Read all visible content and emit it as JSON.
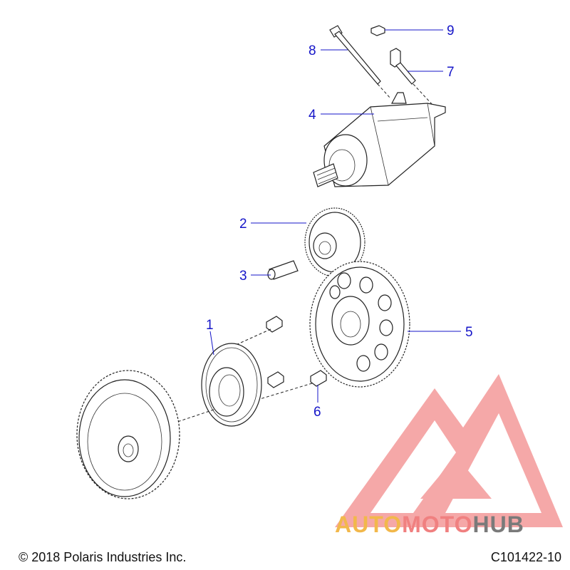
{
  "callouts": [
    {
      "id": "1",
      "text": "1"
    },
    {
      "id": "2",
      "text": "2"
    },
    {
      "id": "3",
      "text": "3"
    },
    {
      "id": "4",
      "text": "4"
    },
    {
      "id": "5",
      "text": "5"
    },
    {
      "id": "6",
      "text": "6"
    },
    {
      "id": "7",
      "text": "7"
    },
    {
      "id": "8",
      "text": "8"
    },
    {
      "id": "9",
      "text": "9"
    }
  ],
  "footer": {
    "copyright": "© 2018 Polaris Industries Inc.",
    "drawing_number": "C101422-10"
  },
  "watermark": {
    "part1": "AUTO",
    "part2": "MOTO",
    "part3": "HUB",
    "color_orange": "#f2b84b",
    "color_red": "#f08080",
    "color_gray": "#7a7a7a"
  },
  "colors": {
    "callout": "#1515c8",
    "line": "#222222"
  }
}
